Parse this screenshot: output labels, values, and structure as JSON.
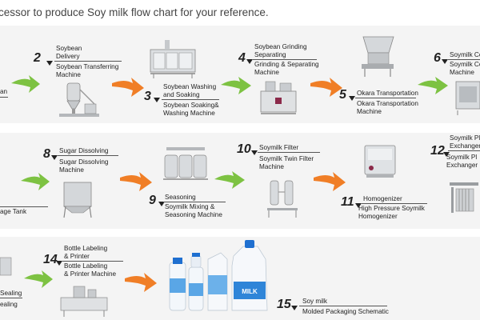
{
  "header": {
    "text": "cessor to produce Soy milk flow chart for your reference."
  },
  "colors": {
    "green_arrow": "#7dc242",
    "orange_arrow": "#f07e26",
    "row_bg": "#f4f4f4"
  },
  "steps": [
    {
      "num": "2",
      "label": "Soybean\nDelivery",
      "sub": "Soybean Transferring\nMachine"
    },
    {
      "num": "3",
      "label": "Soybean Washing\nand Soaking",
      "sub": "Soybean Soaking&\nWashing Machine"
    },
    {
      "num": "4",
      "label": "Soybean Grinding\nSeparating",
      "sub": "Grinding & Separating\nMachine"
    },
    {
      "num": "5",
      "label": "Okara Transportation",
      "sub": "Okara Transportation\nMachine"
    },
    {
      "num": "6",
      "label": "Soymilk Co",
      "sub": "Soymilk Co\nMachine"
    },
    {
      "num": "8",
      "label": "Sugar Dissolving",
      "sub": "Sugar Dissolving\nMachine"
    },
    {
      "num": "9",
      "label": "Seasoning",
      "sub": "Soymilk Mixing &\nSeasoning Machine"
    },
    {
      "num": "10",
      "label": "Soymilk Filter",
      "sub": "Soymilk Twin Filter\nMachine"
    },
    {
      "num": "11",
      "label": "Homogenizer",
      "sub": "High Pressure Soymilk\nHomogenizer"
    },
    {
      "num": "12",
      "label": "Soymilk Pla\nExchanger",
      "sub": "Soymilk Pl\nExchanger M"
    },
    {
      "num": "14",
      "label": "Bottle Labeling\n& Printer",
      "sub": "Bottle Labeling\n& Printer Machine"
    },
    {
      "num": "15",
      "label": "Soy milk",
      "sub": "Molded Packaging Schematic"
    }
  ],
  "fragments": {
    "r1_left_a": "an",
    "r2_left": "age Tank",
    "r3_left_a": "Sealing",
    "r3_left_b": "ealing"
  },
  "bottle_brand": "MILK"
}
